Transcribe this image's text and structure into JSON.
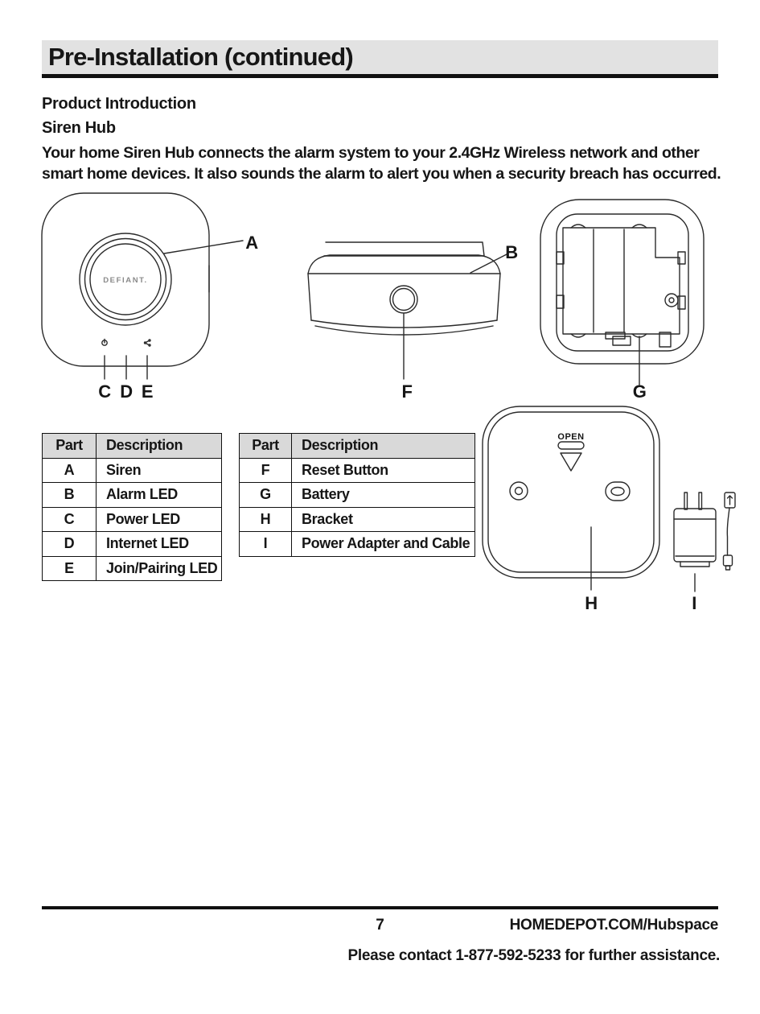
{
  "header": {
    "title": "Pre-Installation (continued)"
  },
  "intro": {
    "section_title": "Product Introduction",
    "subsection_title": "Siren Hub",
    "line1": "Your home Siren Hub connects the alarm system to your 2.4GHz Wireless network and other",
    "line2": "smart home devices. It also sounds the alarm to alert you when a security breach has occurred."
  },
  "diagram": {
    "brand_label": "DEFIANT.",
    "open_label": "OPEN",
    "callouts": {
      "a": "A",
      "b": "B",
      "c": "C",
      "d": "D",
      "e": "E",
      "f": "F",
      "g": "G",
      "h": "H",
      "i": "I"
    }
  },
  "parts_tables": [
    {
      "headers": {
        "part": "Part",
        "description": "Description"
      },
      "rows": [
        {
          "part": "A",
          "description": "Siren"
        },
        {
          "part": "B",
          "description": "Alarm LED"
        },
        {
          "part": "C",
          "description": "Power LED"
        },
        {
          "part": "D",
          "description": "Internet LED"
        },
        {
          "part": "E",
          "description": "Join/Pairing LED"
        }
      ]
    },
    {
      "headers": {
        "part": "Part",
        "description": "Description"
      },
      "rows": [
        {
          "part": "F",
          "description": "Reset Button"
        },
        {
          "part": "G",
          "description": "Battery"
        },
        {
          "part": "H",
          "description": "Bracket"
        },
        {
          "part": "I",
          "description": "Power Adapter and Cable"
        }
      ]
    }
  ],
  "footer": {
    "page_number": "7",
    "website": "HOMEDEPOT.COM/Hubspace",
    "contact_line": "Please contact 1-877-592-5233 for further assistance."
  },
  "colors": {
    "header_bar_bg": "#e2e2e2",
    "ink": "#161616",
    "logo_gray": "#8a8a8a"
  }
}
